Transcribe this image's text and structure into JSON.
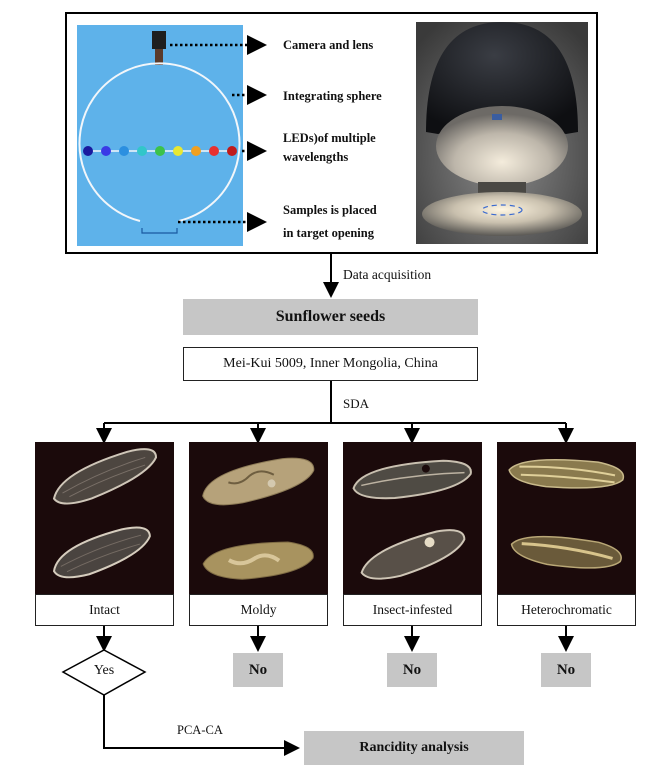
{
  "apparatus": {
    "labels": {
      "camera": "Camera and lens",
      "sphere": "Integrating sphere",
      "leds_line1": "LEDs)of multiple",
      "leds_line2": "wavelengths",
      "sample_line1": "Samples is placed",
      "sample_line2": "in target opening"
    },
    "led_colors": [
      "#1a1a9e",
      "#3a3ae6",
      "#2b8fe0",
      "#32c6c9",
      "#3cc24a",
      "#e8e832",
      "#f0a020",
      "#e83030",
      "#c01a1a"
    ]
  },
  "flow": {
    "data_acquisition": "Data acquisition",
    "title": "Sunflower seeds",
    "variety": "Mei-Kui 5009, Inner Mongolia, China",
    "sda": "SDA",
    "categories": [
      {
        "label": "Intact",
        "result": "Yes"
      },
      {
        "label": "Moldy",
        "result": "No"
      },
      {
        "label": "Insect-infested",
        "result": "No"
      },
      {
        "label": "Heterochromatic",
        "result": "No"
      }
    ],
    "pca": "PCA-CA",
    "rancidity": "Rancidity analysis"
  }
}
